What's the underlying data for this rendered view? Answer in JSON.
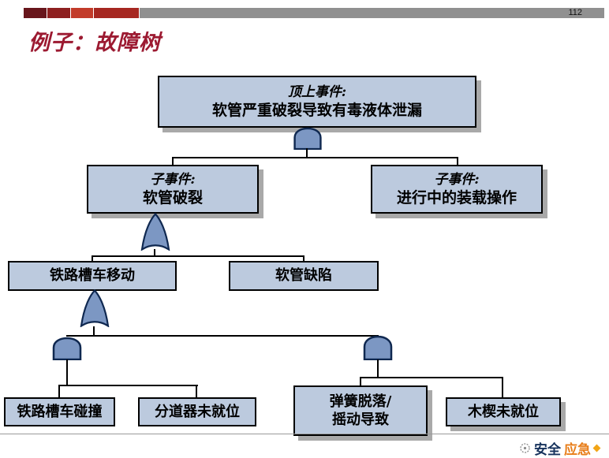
{
  "header": {
    "page_number": "112"
  },
  "title": "例子：故障树",
  "tree": {
    "top_event": {
      "label": "顶上事件:",
      "text": "软管严重破裂导致有毒液体泄漏"
    },
    "sub_left": {
      "label": "子事件:",
      "text": "软管破裂"
    },
    "sub_right": {
      "label": "子事件:",
      "text": "进行中的装载操作"
    },
    "rail_move": "铁路槽车移动",
    "hose_defect": "软管缺陷",
    "rail_collision": "铁路槽车碰撞",
    "derailer": "分道器未就位",
    "spring": {
      "line1": "弹簧脱落/",
      "line2": "摇动导致"
    },
    "wedge": "木楔未就位",
    "structure": {
      "top_event": {
        "gate": "AND",
        "children": [
          "sub_left",
          "sub_right"
        ]
      },
      "sub_left": {
        "gate": "OR",
        "children": [
          "rail_move",
          "hose_defect"
        ]
      },
      "rail_move": {
        "gate": "OR",
        "children": [
          "and_branch_left",
          "and_branch_right"
        ]
      },
      "and_branch_left": {
        "gate": "AND",
        "children": [
          "rail_collision",
          "derailer"
        ]
      },
      "and_branch_right": {
        "gate": "AND",
        "children": [
          "spring",
          "wedge"
        ]
      }
    }
  },
  "footer": {
    "logo_text_1": "安全",
    "logo_text_2": "应急"
  },
  "colors": {
    "box_fill": "#bccade",
    "box_border": "#000000",
    "box_shadow": "#a9a9a9",
    "gate_fill": "#7c97c3",
    "gate_stroke": "#0f2850",
    "title_red": "#9c1a31",
    "header_gray": "#909090"
  }
}
